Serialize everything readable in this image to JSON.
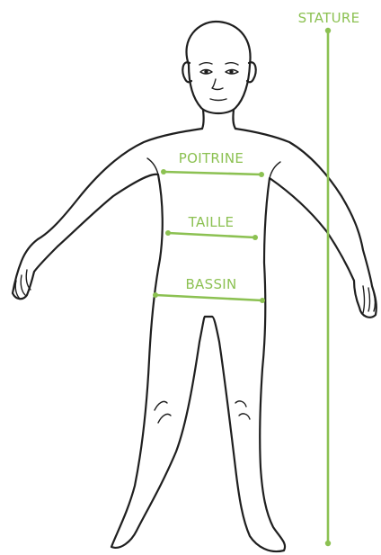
{
  "colors": {
    "measure": "#8cc152",
    "outline": "#1f1f1f",
    "background": "#ffffff"
  },
  "labels": {
    "stature": "STATURE",
    "chest": "POITRINE",
    "waist": "TAILLE",
    "hips": "BASSIN"
  }
}
